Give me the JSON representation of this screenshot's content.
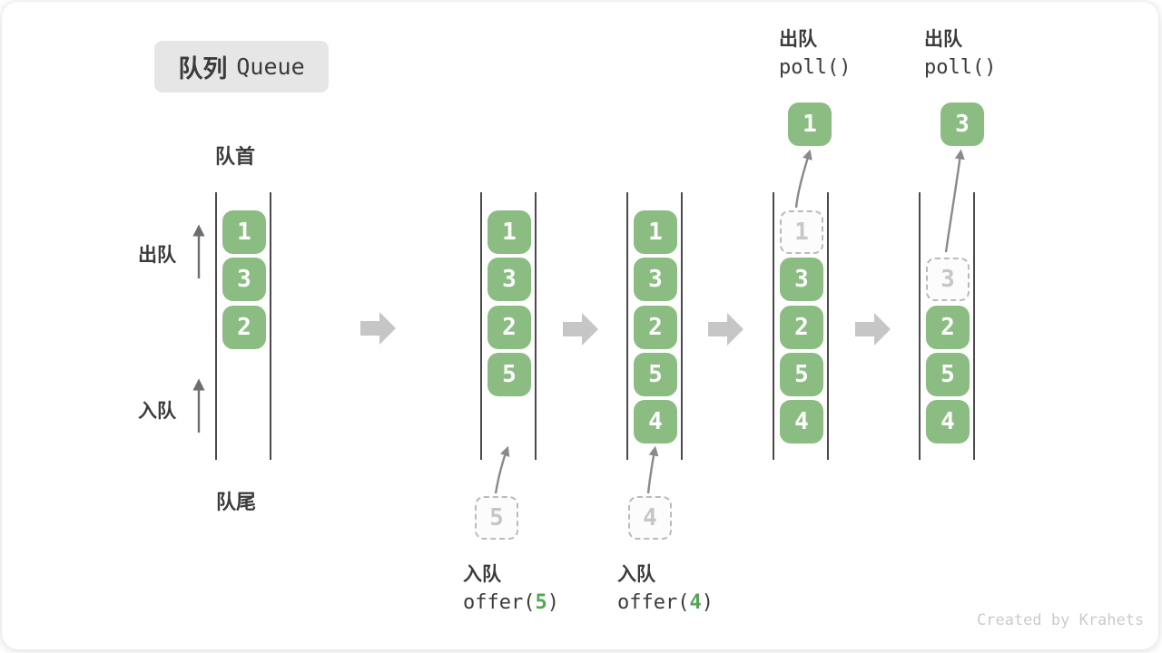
{
  "title": {
    "zh": "队列",
    "en": "Queue"
  },
  "labels": {
    "front": "队首",
    "rear": "队尾",
    "dequeue": "出队",
    "enqueue": "入队"
  },
  "columns": [
    {
      "boxes": [
        {
          "v": "1"
        },
        {
          "v": "3"
        },
        {
          "v": "2"
        }
      ]
    },
    {
      "boxes": [
        {
          "v": "1"
        },
        {
          "v": "3"
        },
        {
          "v": "2"
        },
        {
          "v": "5"
        }
      ],
      "incoming": {
        "v": "5"
      }
    },
    {
      "boxes": [
        {
          "v": "1"
        },
        {
          "v": "3"
        },
        {
          "v": "2"
        },
        {
          "v": "5"
        },
        {
          "v": "4"
        }
      ],
      "incoming": {
        "v": "4"
      }
    },
    {
      "boxes": [
        {
          "v": "1"
        },
        {
          "v": "3"
        },
        {
          "v": "2"
        },
        {
          "v": "5"
        },
        {
          "v": "4"
        }
      ],
      "outgoing": {
        "v": "1"
      }
    },
    {
      "boxes": [
        {
          "v": "3"
        },
        {
          "v": "2"
        },
        {
          "v": "5"
        },
        {
          "v": "4"
        }
      ],
      "outgoing": {
        "v": "3"
      }
    }
  ],
  "ops": {
    "enqueue5": {
      "title": "入队",
      "code_pre": "offer(",
      "arg": "5",
      "code_post": ")"
    },
    "enqueue4": {
      "title": "入队",
      "code_pre": "offer(",
      "arg": "4",
      "code_post": ")"
    },
    "poll1": {
      "title": "出队",
      "code": "poll()"
    },
    "poll2": {
      "title": "出队",
      "code": "poll()"
    }
  },
  "watermark": "Created by Krahets",
  "colors": {
    "box_green": "#8BBD83",
    "arg_green": "#56A456",
    "text_dark": "#3B3B3B",
    "ghost_gray": "#C6C6C6",
    "block_arrow_gray": "#C6C6C6",
    "thin_arrow_gray": "#8A8A8A"
  }
}
